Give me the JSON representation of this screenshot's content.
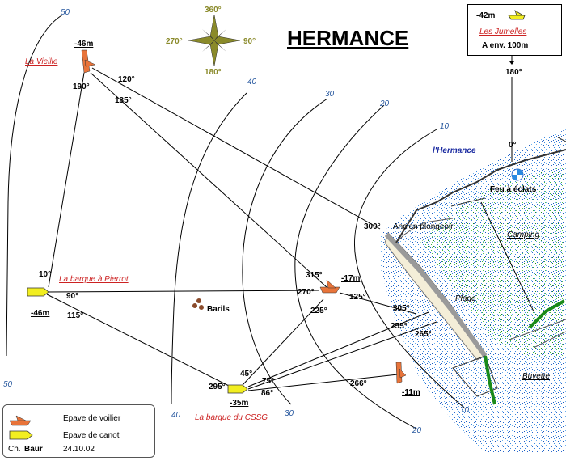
{
  "title": "HERMANCE",
  "compass": {
    "n": "360°",
    "s": "180°",
    "e": "90°",
    "w": "270°"
  },
  "depth_contours": [
    {
      "label": "50",
      "label_bottom": "50"
    },
    {
      "label": "40",
      "label_bottom": "40"
    },
    {
      "label": "30",
      "label_bottom": "30"
    },
    {
      "label": "20",
      "label_bottom": "20"
    },
    {
      "label": "10",
      "label_bottom": "10"
    }
  ],
  "sites": {
    "la_vieille": {
      "name": "La Vieille",
      "depth": "-46m",
      "bearings": [
        "120°",
        "135°",
        "190°"
      ]
    },
    "barque_pierrot": {
      "name": "La barque à Pierrot",
      "depth": "-46m",
      "bearings": [
        "10°",
        "90°",
        "115°"
      ]
    },
    "barque_cssg": {
      "name": "La barque du CSSG",
      "depth": "-35m",
      "bearings": [
        "45°",
        "75°",
        "86°",
        "295°"
      ]
    },
    "wreck_17": {
      "depth": "-17m",
      "bearings": [
        "315°",
        "270°",
        "225°",
        "125°"
      ]
    },
    "wreck_11": {
      "depth": "-11m",
      "bearings": [
        "265°",
        "266°"
      ]
    },
    "barils": {
      "name": "Barils"
    }
  },
  "jumelles": {
    "depth": "-42m",
    "name": "Les Jumelles",
    "note": "A env. 100m",
    "bearing": "180°"
  },
  "shore": {
    "hermance": "l'Hermance",
    "hermance_bearing": "0°",
    "feu": "Feu à éclats",
    "plongeoir": "Ancien plongeoir",
    "plongeoir_bearing": "300°",
    "camping": "Camping",
    "plage": "Plage",
    "buvette": "Buvette",
    "b305": "305°",
    "b255": "255°"
  },
  "legend": {
    "voilier": "Epave de voilier",
    "canot": "Epave de canot",
    "author_prefix": "Ch.",
    "author": "Baur",
    "date": "24.10.02"
  },
  "colors": {
    "wreck_sail": "#e8743a",
    "wreck_boat": "#f2ee20",
    "depth_label": "#2a5aa0",
    "site_name": "#cc2222",
    "river": "#1a2aa0",
    "vegetation": "#1a8a1a"
  }
}
